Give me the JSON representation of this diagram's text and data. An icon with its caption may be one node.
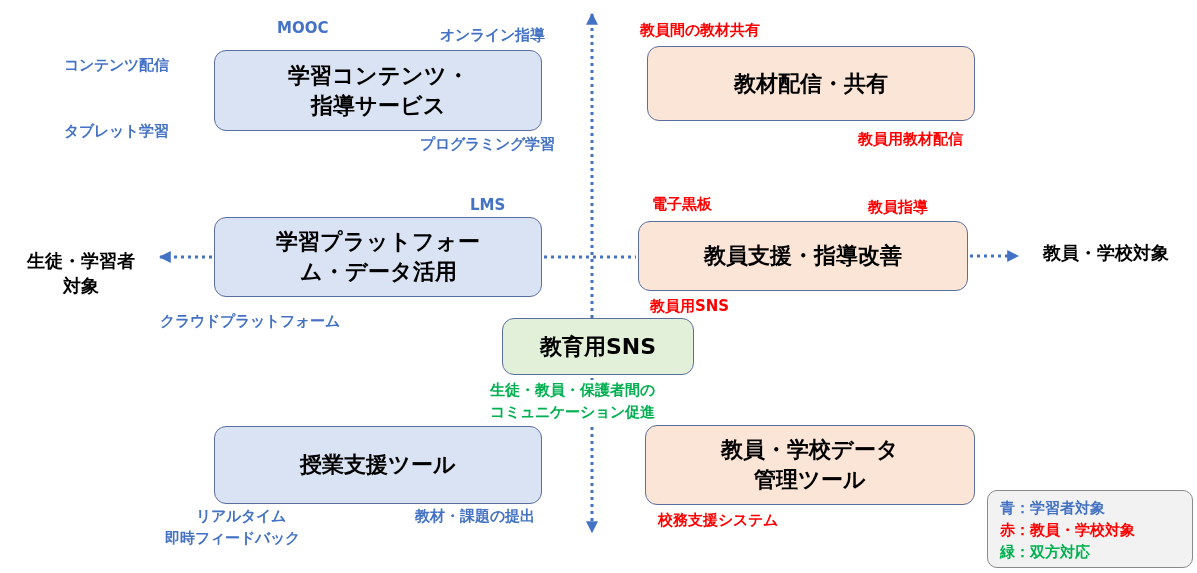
{
  "diagram": {
    "nodes": [
      {
        "text": [
          "学習コンテンツ・指導サービス"
        ]
      },
      {
        "text": [
          "教材配信・共有"
        ]
      },
      {
        "text": [
          "生徒・学習者対象"
        ]
      },
      {
        "text": [
          "学習プラットフォーム・データ活用"
        ]
      },
      {
        "text": [
          "教員支援・指導改善"
        ]
      },
      {
        "text": [
          "教員・学校対象"
        ]
      },
      {
        "text": [
          "教育用SNS"
        ]
      },
      {
        "text": [
          "授業支援ツール"
        ]
      },
      {
        "text": [
          "教員・学校データ管理ツール"
        ]
      }
    ],
    "edges": [
      {
        "from": 3,
        "to": 2,
        "arrow": "to",
        "style": "dashed"
      },
      {
        "from": 3,
        "to": 4,
        "arrow": "none",
        "style": "dashed"
      },
      {
        "from": 4,
        "to": 5,
        "arrow": "to",
        "style": "dashed"
      }
    ],
    "labels": [
      "MOOC",
      "オンライン指導",
      "教員間の教材共有",
      "コンテンツ配信",
      "タブレット学習",
      "プログラミング学習",
      "教員用教材配信",
      "LMS",
      "電子黒板",
      "教員指導",
      "教員用SNS",
      "クラウドプラットフォーム",
      "生徒・教員・保護者間のコミュニケーション促進",
      "リアルタイム",
      "即時フィードバック",
      "教材・課題の提出",
      "校務支援システム"
    ],
    "legend": [
      {
        "text": "青：学習者対象",
        "color": "#4472c4"
      },
      {
        "text": "赤：教員・学校対象",
        "color": "#ff0000"
      },
      {
        "text": "緑：双方対応",
        "color": "#00b050"
      }
    ]
  }
}
